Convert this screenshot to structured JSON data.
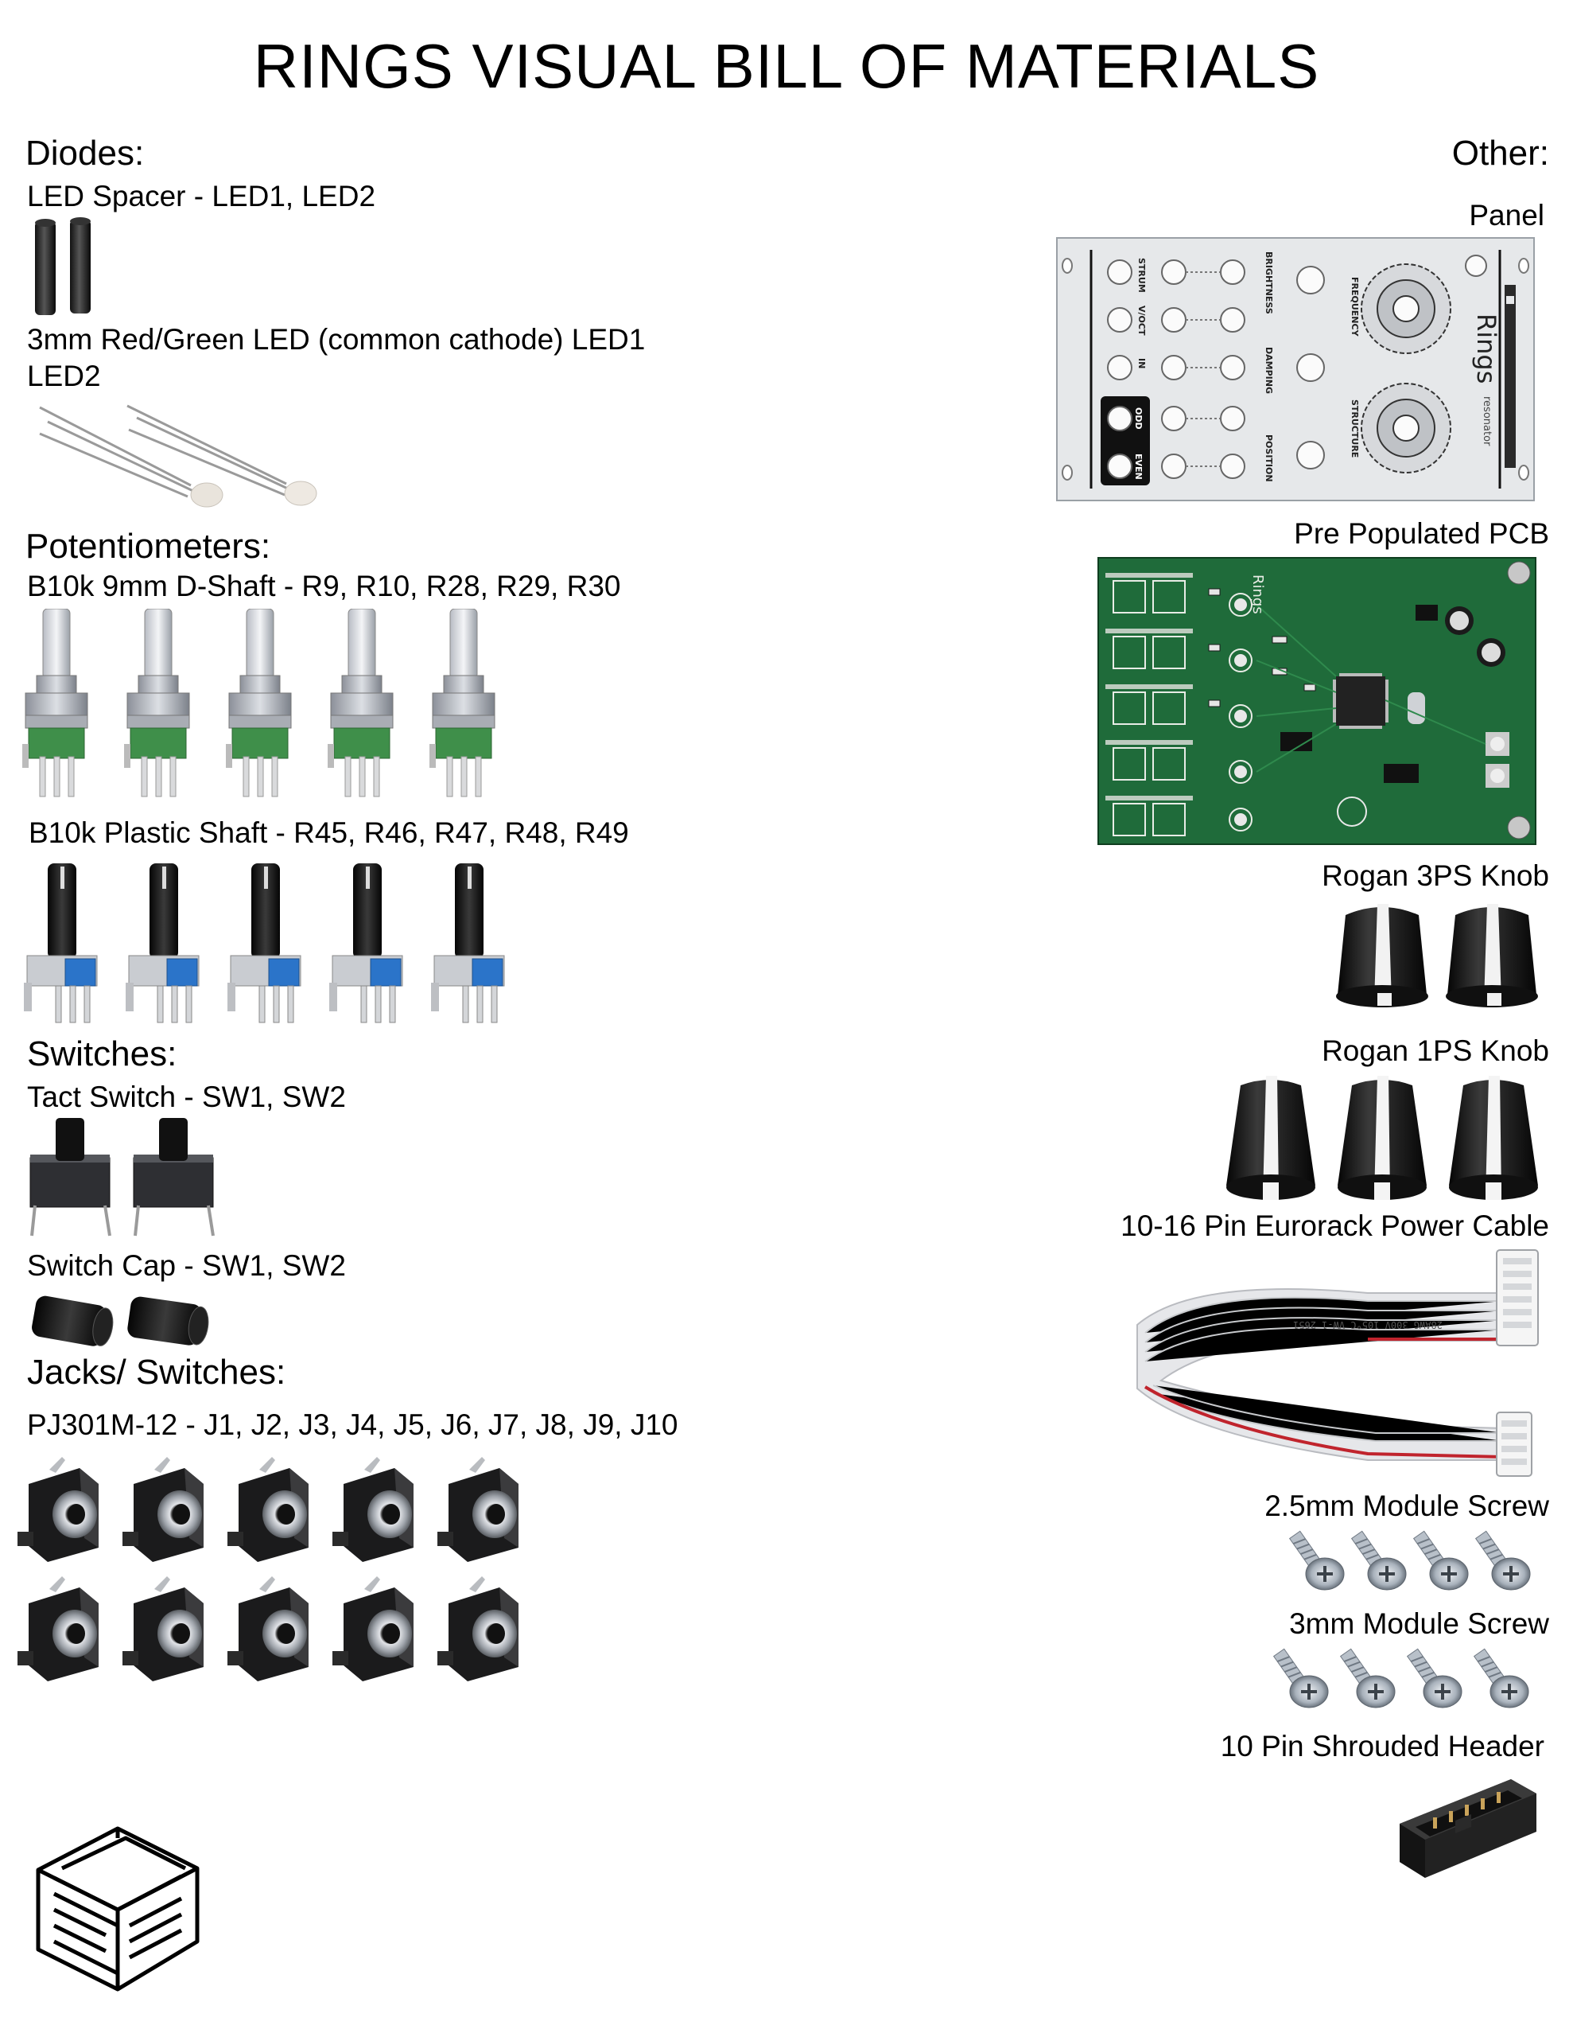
{
  "title": "RINGS VISUAL BILL OF MATERIALS",
  "left": {
    "diodes": {
      "heading": "Diodes:",
      "spacer_label": "LED Spacer - LED1, LED2",
      "led_label_1": "3mm Red/Green LED (common cathode) LED1",
      "led_label_2": "LED2"
    },
    "pots": {
      "heading": "Potentiometers:",
      "dshaft_label": "B10k 9mm D-Shaft - R9, R10, R28, R29, R30",
      "plastic_label": "B10k Plastic Shaft - R45, R46, R47, R48, R49"
    },
    "switches": {
      "heading": "Switches:",
      "tact_label": "Tact Switch - SW1, SW2",
      "cap_label": "Switch Cap - SW1, SW2"
    },
    "jacks": {
      "heading": "Jacks/ Switches:",
      "label": "PJ301M-12 - J1, J2, J3, J4, J5, J6, J7, J8, J9, J10"
    }
  },
  "right": {
    "heading": "Other:",
    "panel_label": "Panel",
    "pcb_label": "Pre Populated PCB",
    "knob3_label": "Rogan 3PS Knob",
    "knob1_label": "Rogan 1PS Knob",
    "cable_label": "10-16 Pin Eurorack Power Cable",
    "screw25_label": "2.5mm Module Screw",
    "screw3_label": "3mm Module Screw",
    "header_label": "10 Pin Shrouded Header"
  },
  "panel": {
    "brand": "Rings",
    "sub": "resonator",
    "labels": [
      "STRUM",
      "V/OCT",
      "IN",
      "ODD",
      "EVEN",
      "BRIGHTNESS",
      "DAMPING",
      "POSITION",
      "FREQUENCY",
      "STRUCTURE"
    ]
  },
  "pcb": {
    "silk": "Rings"
  },
  "cable": {
    "print": "28AWG 300V 105°C VW-1 2651"
  },
  "colors": {
    "pcb_green": "#1f6b3a",
    "pot_green": "#3f8f4a",
    "pot_blue": "#2b74c9",
    "cable_red": "#c0242d",
    "panel_grey": "#e6e8ea"
  }
}
